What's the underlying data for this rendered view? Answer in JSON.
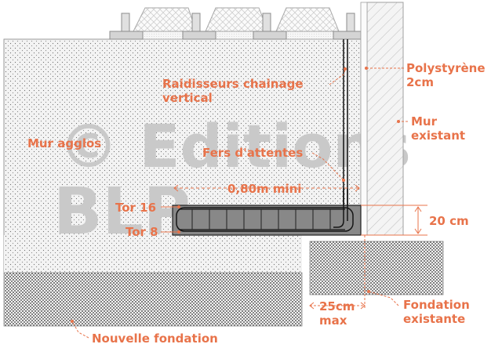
{
  "watermark": {
    "line1": "© Editions",
    "line2": "BLP"
  },
  "labels": {
    "raidisseurs_l1": "Raidisseurs chainage",
    "raidisseurs_l2": "vertical",
    "polystyrene_l1": "Polystyrène",
    "polystyrene_l2": "2cm",
    "mur_existant_l1": "Mur",
    "mur_existant_l2": "existant",
    "mur_agglos": "Mur agglos",
    "fers_attentes": "Fers d'attentes",
    "dimension_080": "0,80m mini",
    "tor16": "Tor 16",
    "tor8": "Tor 8",
    "dimension_20cm": "20 cm",
    "dimension_25cm_l1": "25cm",
    "dimension_25cm_l2": "max",
    "fondation_existante_l1": "Fondation",
    "fondation_existante_l2": "existante",
    "nouvelle_fondation": "Nouvelle fondation"
  },
  "colors": {
    "label": "#e8734a",
    "watermark": "#c9c9c9",
    "wall": "#f2f2f2",
    "existing_wall": "#e8e8e8",
    "beam": "#7a7a7a"
  }
}
